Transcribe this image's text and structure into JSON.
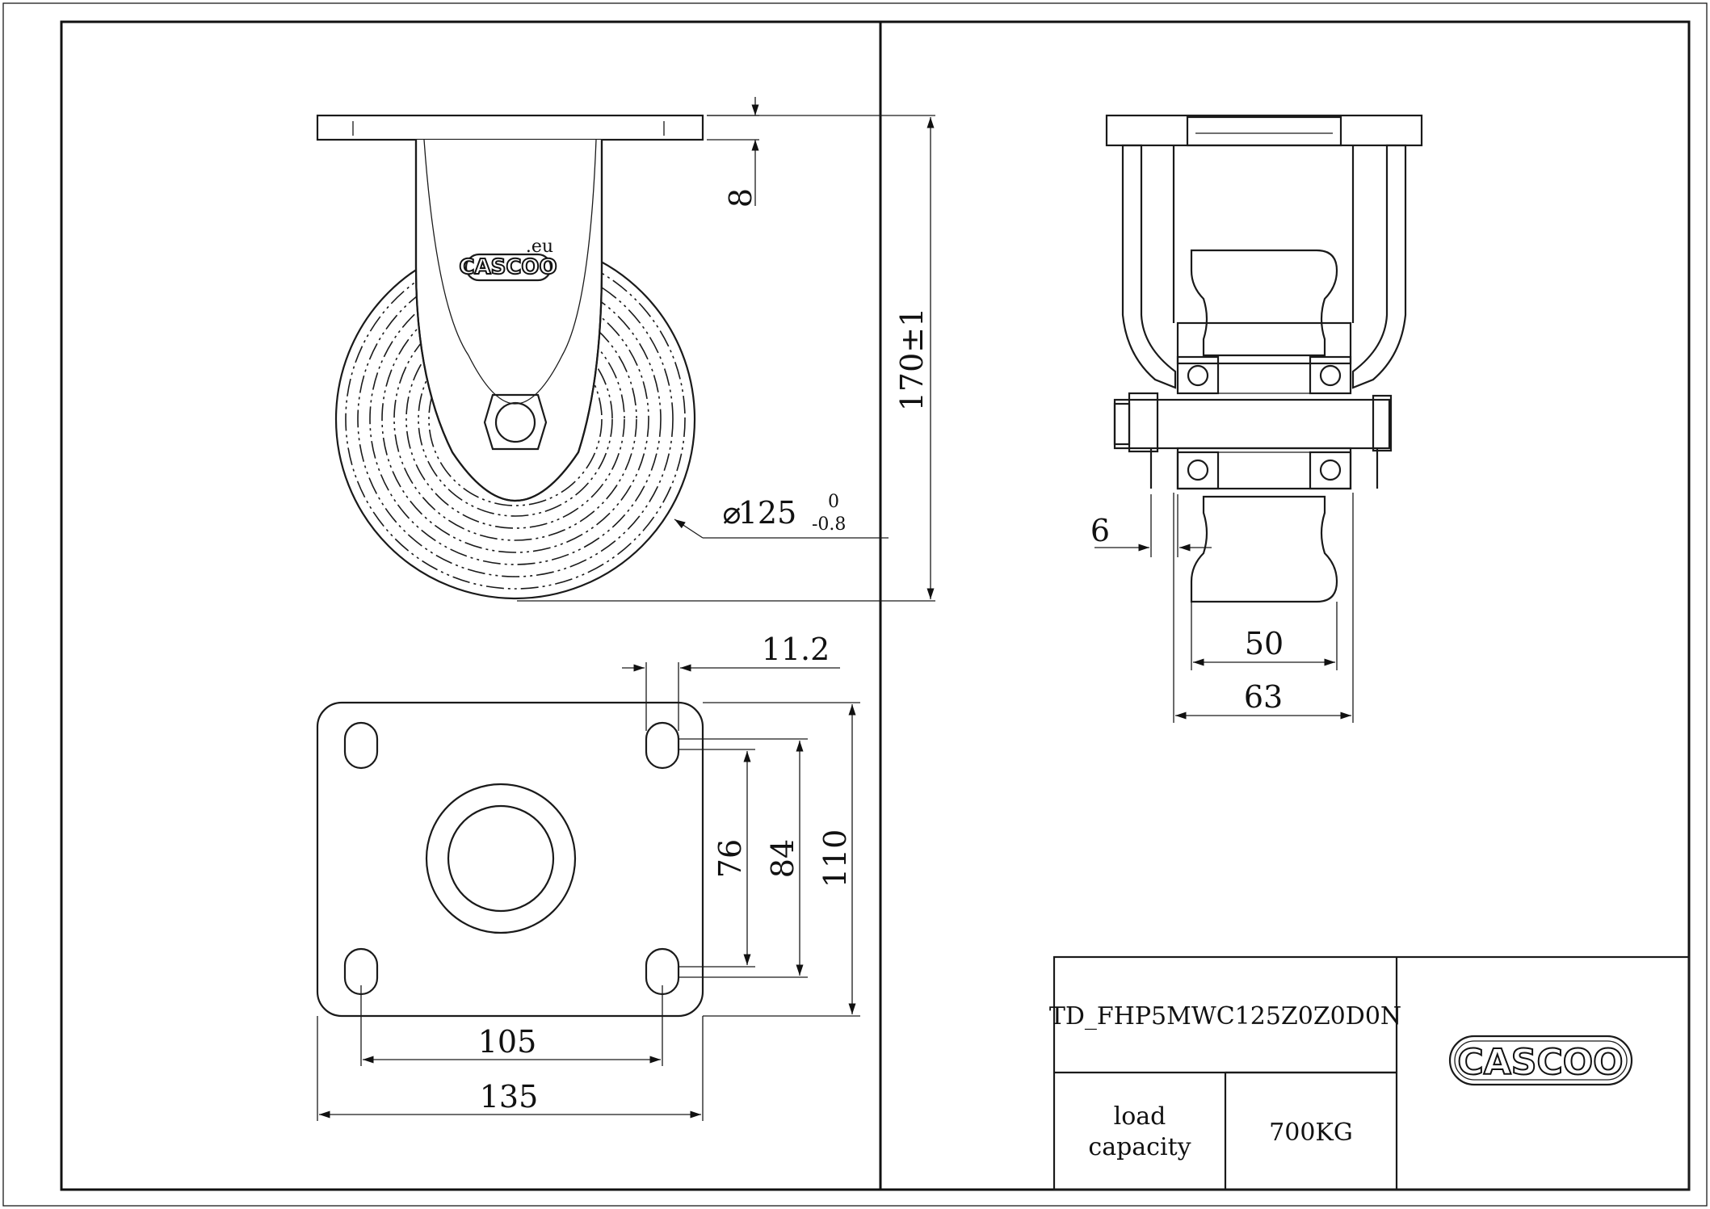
{
  "brand": {
    "logo_text": "CASCOO",
    "logo_suffix": ".eu"
  },
  "dimensions": {
    "plate_thickness": "8",
    "overall_height": "170±1",
    "wheel_diameter_symbol": "⌀",
    "wheel_diameter": "125",
    "wheel_diameter_tol_upper": "0",
    "wheel_diameter_tol_lower": "-0.8",
    "hub_offset": "6",
    "wheel_width": "50",
    "fork_width": "63",
    "slot_width": "11.2",
    "hole_spacing_inner_y": "76",
    "hole_spacing_outer_y": "84",
    "plate_height": "110",
    "hole_spacing_x": "105",
    "plate_width": "135"
  },
  "title_block": {
    "part_number": "TD_FHP5MWC125Z0Z0D0N",
    "load_label_line1": "load",
    "load_label_line2": "capacity",
    "load_value": "700KG"
  },
  "colors": {
    "line": "#1a1a1a",
    "background": "#ffffff"
  }
}
